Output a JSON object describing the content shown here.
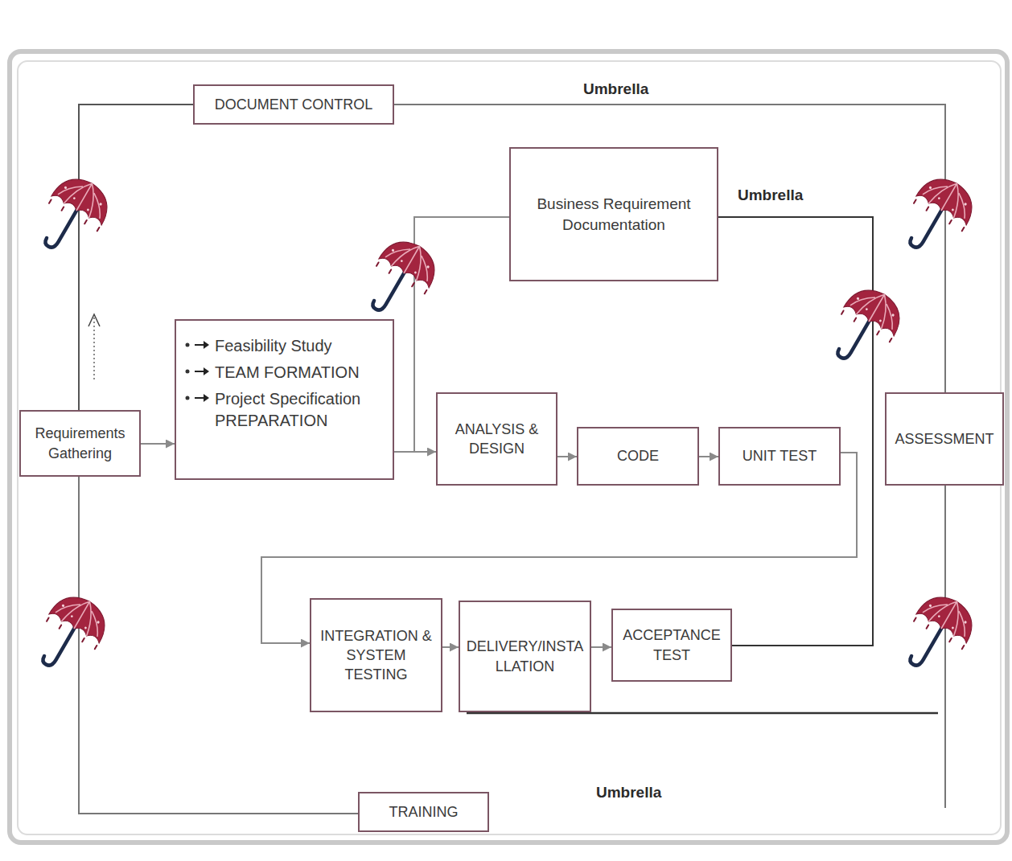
{
  "diagram": {
    "nodes": [
      {
        "text": [
          "DOCUMENT CONTROL"
        ]
      },
      {
        "text": [
          "Business Requirement Documentation"
        ]
      },
      {
        "text": [
          "Requirements Gathering"
        ]
      },
      {
        "text": [
          "Feasibility Study",
          "TEAM FORMATION",
          "Project Specification PREPARATION"
        ]
      },
      {
        "text": [
          "ANALYSIS & DESIGN"
        ]
      },
      {
        "text": [
          "CODE"
        ]
      },
      {
        "text": [
          "UNIT TEST"
        ]
      },
      {
        "text": [
          "ASSESSMENT"
        ]
      },
      {
        "text": [
          "INTEGRATION & SYSTEM TESTING"
        ]
      },
      {
        "text": [
          "DELIVERY/INSTALLATION"
        ]
      },
      {
        "text": [
          "ACCEPTANCE TEST"
        ]
      },
      {
        "text": [
          "TRAINING"
        ]
      }
    ],
    "edges": [
      {
        "from": 2,
        "to": 3,
        "arrow": "to"
      },
      {
        "from": 3,
        "to": 4,
        "arrow": "to"
      },
      {
        "from": 3,
        "to": 1,
        "arrow": "none"
      },
      {
        "from": 4,
        "to": 5,
        "arrow": "to"
      },
      {
        "from": 5,
        "to": 6,
        "arrow": "to"
      },
      {
        "from": 6,
        "to": 8,
        "arrow": "to"
      },
      {
        "from": 8,
        "to": 9,
        "arrow": "to"
      },
      {
        "from": 9,
        "to": 10,
        "arrow": "to"
      },
      {
        "from": 10,
        "to": 1,
        "arrow": "none"
      },
      {
        "from": 2,
        "to": 0,
        "arrow": "none"
      },
      {
        "from": 2,
        "to": 11,
        "arrow": "none"
      },
      {
        "from": 0,
        "to": 7,
        "arrow": "none"
      }
    ],
    "labels": [
      "Umbrella",
      "Umbrella",
      "Umbrella"
    ]
  }
}
